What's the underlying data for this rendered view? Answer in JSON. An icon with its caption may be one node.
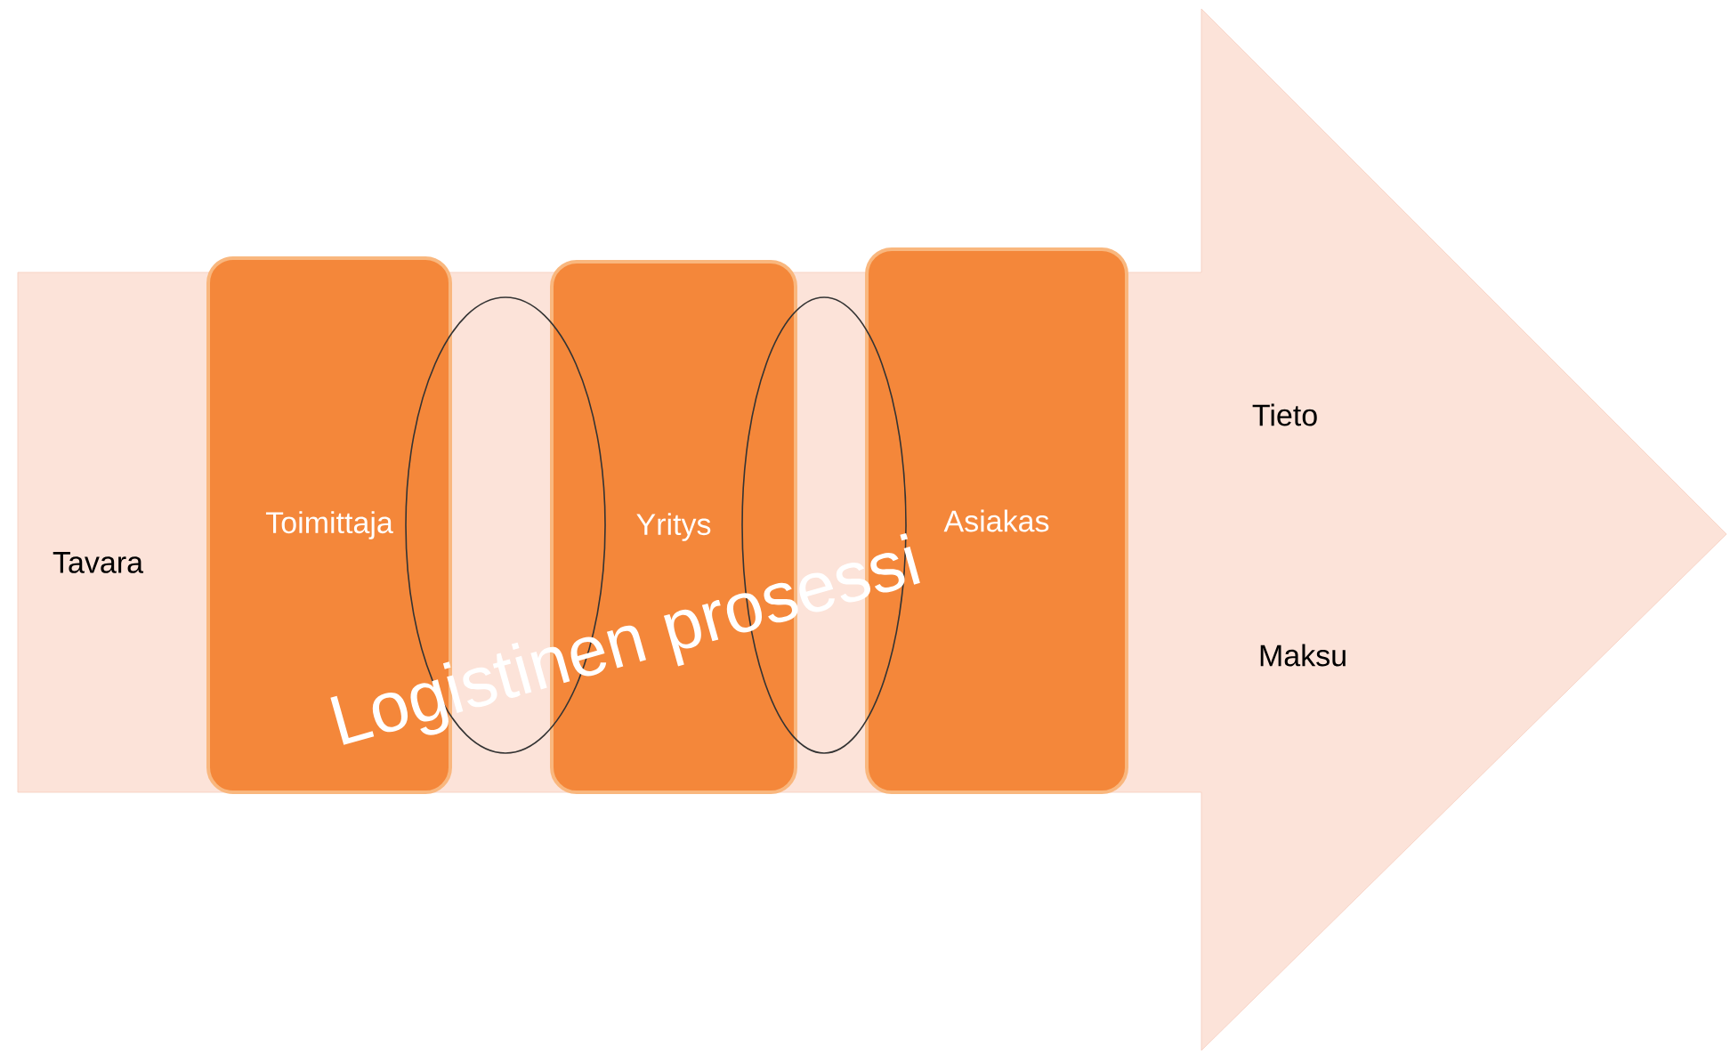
{
  "diagram": {
    "nodes": [
      {
        "text": [
          "Tavara",
          "Tieto",
          "Maksu"
        ]
      },
      {
        "text": [
          "Toimittaja"
        ],
        "in": 0
      },
      {
        "text": [
          "Yritys"
        ],
        "in": 0
      },
      {
        "text": [
          "Asiakas"
        ],
        "in": 0
      },
      {
        "text": [],
        "shape": "ellipse",
        "in": 0
      },
      {
        "text": [],
        "shape": "ellipse",
        "in": 0
      }
    ],
    "edges": [],
    "labels": [
      "Logistinen prosessi"
    ]
  }
}
